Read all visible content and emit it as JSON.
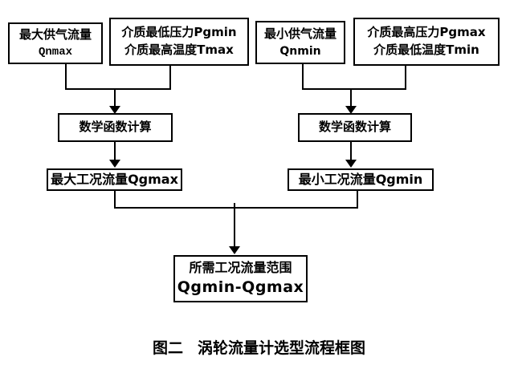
{
  "diagram": {
    "background_color": "#ffffff",
    "line_color": "#000000",
    "text_color": "#000000",
    "nodes": {
      "qnmax": {
        "line1": "最大供气流量",
        "line2": "Qnmax"
      },
      "pgmin_tmax": {
        "line1": "介质最低压力Pgmin",
        "line2": "介质最高温度Tmax"
      },
      "qnmin": {
        "line1": "最小供气流量",
        "line2": "Qnmin"
      },
      "pgmax_tmin": {
        "line1": "介质最高压力Pgmax",
        "line2": "介质最低温度Tmin"
      },
      "math_left": {
        "line1": "数学函数计算"
      },
      "math_right": {
        "line1": "数学函数计算"
      },
      "qgmax": {
        "line1": "最大工况流量Qgmax"
      },
      "qgmin": {
        "line1": "最小工况流量Qgmin"
      },
      "range": {
        "line1": "所需工况流量范围",
        "line2": "Qgmin-Qgmax"
      }
    },
    "caption": {
      "prefix": "图二",
      "text": "涡轮流量计选型流程框图"
    }
  }
}
